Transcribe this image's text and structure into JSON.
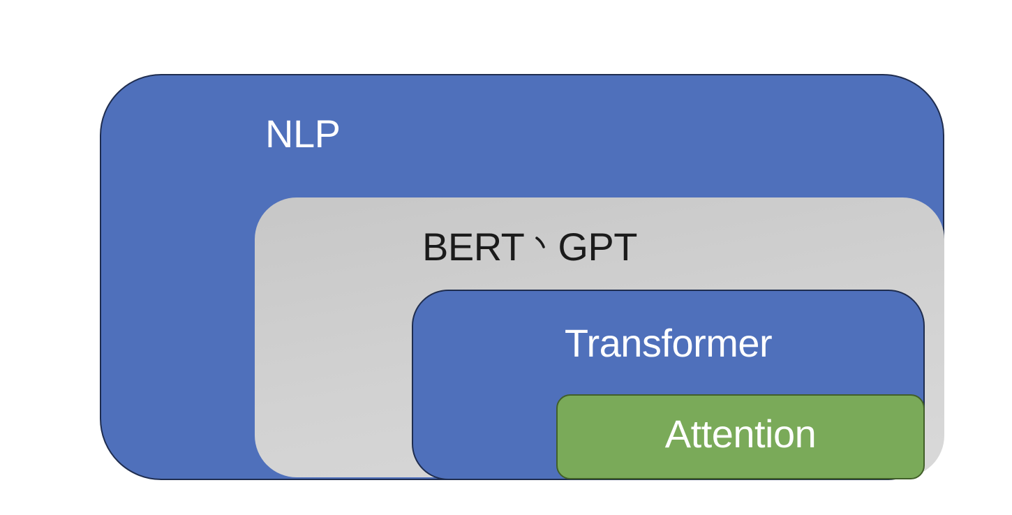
{
  "diagram": {
    "kind": "nested-rounded-rectangle-hierarchy",
    "background_color": "#FFFFFF",
    "nodes": [
      {
        "id": "nlp",
        "label": "NLP",
        "level": 1,
        "fill": "#4F70BB",
        "border_color": "#1F2D4F",
        "text_color": "#FFFFFF"
      },
      {
        "id": "bert-gpt",
        "label": "BERT、GPT",
        "parts": [
          "BERT",
          "GPT"
        ],
        "separator": "、",
        "level": 2,
        "fill": "#D0D0D0",
        "border_color": null,
        "text_color": "#1B1B1B"
      },
      {
        "id": "transformer",
        "label": "Transformer",
        "level": 3,
        "fill": "#4F70BB",
        "border_color": "#1F2D4F",
        "text_color": "#FFFFFF"
      },
      {
        "id": "attention",
        "label": "Attention",
        "level": 4,
        "fill": "#7AAA59",
        "border_color": "#415F28",
        "text_color": "#FFFFFF"
      }
    ]
  }
}
